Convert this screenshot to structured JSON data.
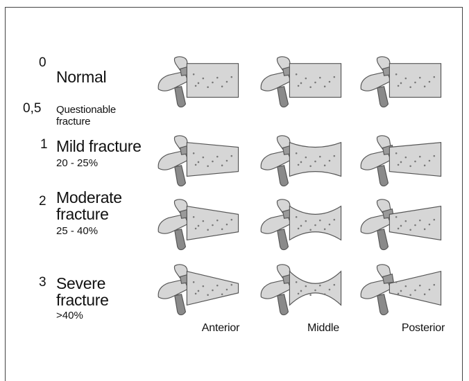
{
  "grades": [
    {
      "num": "0",
      "label": "Normal",
      "pct": ""
    },
    {
      "num": "0,5",
      "label": "Questionable fracture",
      "pct": ""
    },
    {
      "num": "1",
      "label": "Mild fracture",
      "pct": "20 - 25%"
    },
    {
      "num": "2",
      "label": "Moderate fracture",
      "pct": "25 - 40%"
    },
    {
      "num": "3",
      "label": "Severe fracture",
      "pct": ">40%"
    }
  ],
  "columns": [
    "Anterior",
    "Middle",
    "Posterior"
  ],
  "colors": {
    "bone": "#d6d6d6",
    "bone_dark": "#8a8a8a",
    "outline": "#555555"
  }
}
